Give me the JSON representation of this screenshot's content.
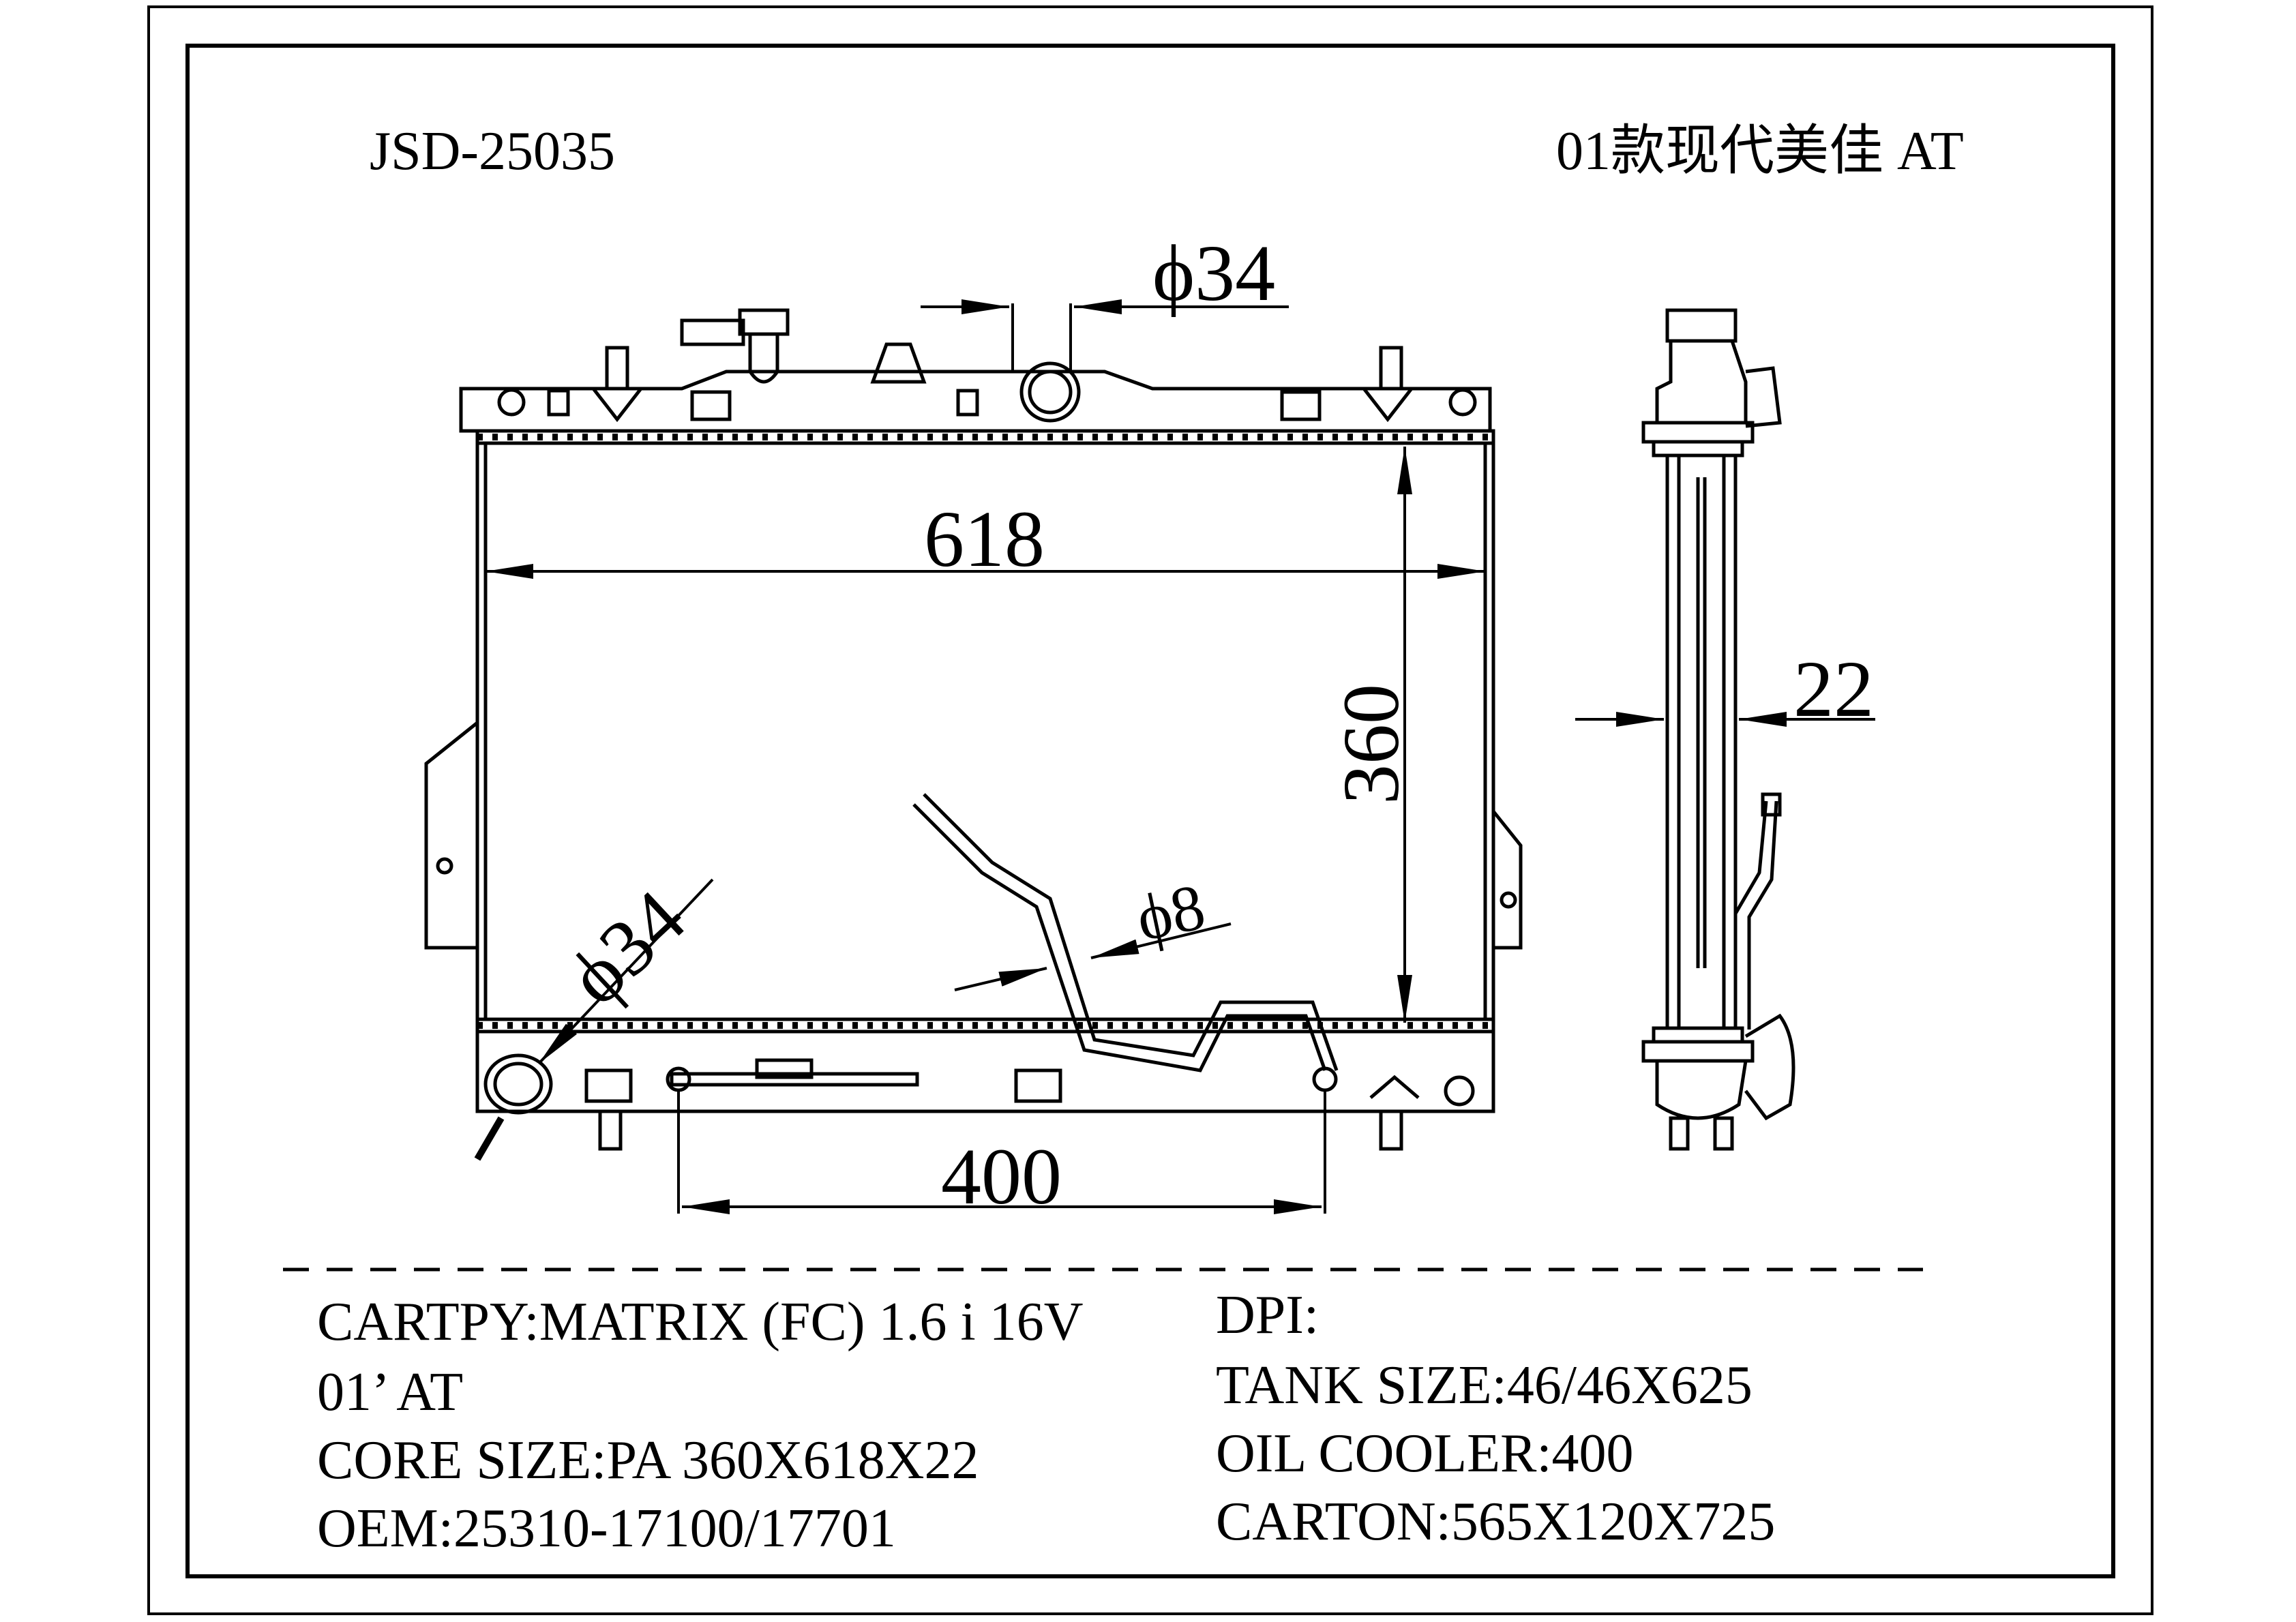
{
  "header": {
    "part_number": "JSD-25035",
    "model_title": "01款现代美佳 AT"
  },
  "dimensions": {
    "inlet_top_diameter": "ϕ34",
    "core_width": "618",
    "core_height": "360",
    "outlet_diameter": "ϕ34",
    "oil_pipe_diameter": "ϕ8",
    "oil_cooler_length": "400",
    "core_thickness": "22"
  },
  "specs_left": [
    "CARTPY:MATRIX (FC) 1.6 i 16V",
    "01’ AT",
    "CORE SIZE:PA 360X618X22",
    "OEM:25310-17100/17701"
  ],
  "specs_right": [
    "DPI:",
    "TANK SIZE:46/46X625",
    "OIL COOLER:400",
    "CARTON:565X120X725"
  ]
}
